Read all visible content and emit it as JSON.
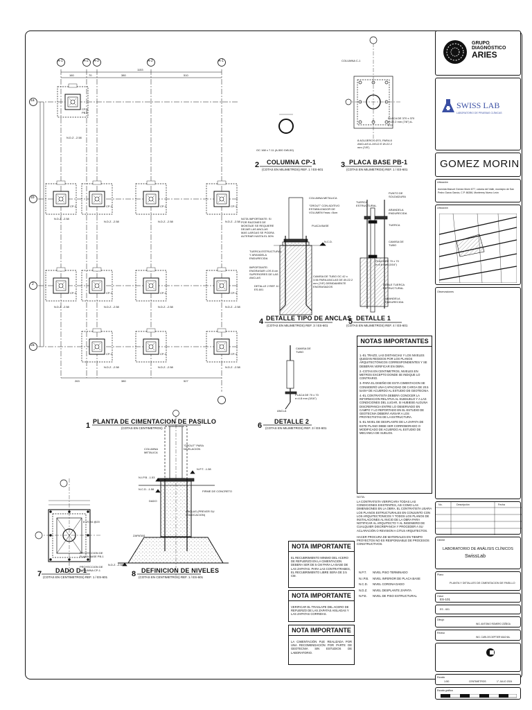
{
  "drawings": {
    "d1": {
      "num": "1",
      "title": "PLANTA DE CIMENTACION DE PASILLO",
      "sub": "(COTAS EN CENTIMETROS)"
    },
    "d2": {
      "num": "2",
      "title": "COLUMNA CP-1",
      "sub": "(COTAS EN MILIMETROS) REF. 1 / ES-601",
      "spec": "OC 168 x 7.11 (A-500 GrB-50)"
    },
    "d3": {
      "num": "3",
      "title": "PLACA BASE PB-1",
      "sub": "(COTAS EN MILIMETROS) REF. 1 / ES-601"
    },
    "d4": {
      "num": "4",
      "title": "DETALLE TIPO DE ANCLAS",
      "sub": "(COTAS EN MILIMETROS) REF. 3 / ES-601"
    },
    "d5": {
      "num": "5",
      "title": "DETALLE 1",
      "sub": "(COTAS EN MILIMETROS) REF. 4 / ES-601"
    },
    "d6": {
      "num": "6",
      "title": "DETALLE 2",
      "sub": "(COTAS EN MILIMETROS) REF. 3 / ES-601"
    },
    "d7": {
      "num": "7",
      "title": "DADO D-1",
      "sub": "(COTAS EN CENTIMETROS) REF. 1 / ES-601"
    },
    "d8": {
      "num": "8",
      "title": "DEFINICION DE NIVELES",
      "sub": "(COTAS EN CENTIMETROS) REF. 1 / ES-601"
    }
  },
  "grid": {
    "cols": [
      "A-1",
      "A-2",
      "A-3",
      "A-2",
      "A-1"
    ],
    "rows": [
      "1a",
      "1b",
      "2",
      "2a"
    ],
    "dims_top": [
      "160",
      "70",
      "380",
      "510"
    ],
    "dim_total": "1153",
    "dims_bottom": [
      "263",
      "380",
      "527"
    ],
    "footing_label": "CP-1",
    "pb_label": "PB-1",
    "level_label": "N.D.Z. -2.58"
  },
  "notes_main": {
    "title": "NOTAS IMPORTANTES",
    "items": [
      "1.-EL TRAZO, LAS DISTANCIAS Y LOS NIVELES QUEDAN REGIDOS POR LOS PLANOS ARQUITECTÓNICOS CORRESPONDIENTES Y SE DEBERÁN VERIFICAR EN OBRA.",
      "2.-COTAS EN CENTIMETROS, NIVELES EN METROS EXCEPTO DONDE SE INDIQUE LO CONTRARIO.",
      "3.-PARA EL DISEÑO DE ESTA CIMENTACION SE CONSIDERÓ UNA CAPACIDAD DE CARGA DE 20.5 ton/m² DE ACUERDO AL ESTUDIO DE GEOTECNIA.",
      "4.-EL CONTRATISTA DEBERÁ CONOCER LA INFORMACION RELATIVA AL SUBSUELO Y A LAS CONDICIONES DEL LUGAR, SI HUBIESE ALGUNA DISCREPANCIA ENTRE LO OBSERVADO EN CAMPO Y LO REPORTADO EN EL ESTUDIO DE GEOTECNIA DEBERÁ AVISAR A LOS PROYECTISTAS DE LA ESTRUCTURA.",
      "5.-EL NIVEL DE DESPLANTE DE LA ZAPATA DE ESTE PLANO DEBE SER CORROBORADO O MODIFICADO DE ACUERDO AL ESTUDIO DE MECANICA DE SUELOS."
    ]
  },
  "nota": {
    "label": "NOTA:",
    "text": "LA CONTRATISTA VERIFICARA TODAS LAS CONDICIONES EXISTENTES, ASI COMO LAS DIMENSIONES EN LA OBRA. EL CONTRATISTA USARA LOS PLANOS ESTRUCTURALES EN CONJUNTO CON LOS ARQUITECTONICOS Y TODOS LOS PLANOS DE INSTALACIONES AL INICIO DE LA OBRA PARA NOTIFICAR AL ARQUITECTO Y AL INGENIERO DE CUALQUIER DISCREPANCIA Y PROCEDER A SU ACLARACIÓN O REVISION A CITUS ARQUITECTOS.",
    "text2": "HACER PROCURA DE MATERIALES EN TIEMPO PROYECTOS NO ES RESPONSABLE DE PROCESOS CONSTRUCTIVOS."
  },
  "legend": [
    {
      "k": "N.P.T.",
      "v": "NIVEL PISO TERMINADO"
    },
    {
      "k": "N.I.P.B.",
      "v": "NIVEL INFERIOR DE PLACA BASE"
    },
    {
      "k": "N.C.D.",
      "v": "NIVEL CORONA DADO"
    },
    {
      "k": "N.D.Z.",
      "v": "NIVEL DESPLANTE ZAPATA"
    },
    {
      "k": "N.P.E.",
      "v": "NIVEL DE PISO ESTRUCTURAL"
    }
  ],
  "nota_importante": [
    {
      "title": "NOTA IMPORTANTE",
      "text": "EL RECUBRIMIENTO MINIMO DEL ACERO DE REFUERZO EN LA CIMENTACION DEBERA SER DE 5 CM PARA LA BASE DE LAS ZAPATAS. PARA LAS CONTRATRABES, EL RECUBRIMIENTO LIBRE SERA DE 3.5 CM."
    },
    {
      "title": "NOTA IMPORTANTE",
      "text": "VERIFICAR EL TRASLAPE DEL ACERO DE REFUERZO DE LAS ZAPATAS AISLADAS Y LAS ZAPATAS CORRIDAS."
    },
    {
      "title": "NOTA IMPORTANTE",
      "text": "LA CIMENTACIÓN FUE REALIZADA POR UNA RECOMENDACIÓN POR PARTE DE GEOTECNIA SIN ESTUDIOS DE LABORATORIO."
    }
  ],
  "labels": {
    "columna_metalica": "COLUMNA METALICA",
    "grout": "\"GROUT\" CON ADITIVO ESTABILIZADOR DE VOLUMEN f'mas =5cm",
    "placa_base": "PLACA BASE",
    "ncd": "N.C.D.",
    "tuerca": "TUERCA ESTRUCTURAL Y ARANDELA ENDURECIDA",
    "importante": "IMPORTANTE: ENGRASAR LOS 8 cm SUPERIORES DE LAS ANCLAS",
    "nota_imp": "NOTA IMPORTANTE: SI POR RAZONES DE MONTAJE SE REQUIERE DEJAR LAS ANCLAS MAS LARGAS SE PODRA ALTERAR HASTA EL 50%",
    "detalle2ref": "DETALLE 2 REF. 6 / ES-601",
    "camisa": "CAMISA DE TUBO OC 42 x 3.56 PARA ANCLAS DE Ø=22.2 mm (7/8\") DEBIDAMENTE ENGRASADOS",
    "camisa2": "CAMISA DE TUBO",
    "ancla": "ANCLA",
    "placa70": "PLACA DE 70 x 70 e=4.8 mm (3/16\")",
    "punto": "PUNTO DE SOLDADURA",
    "arandela": "ARANDELA ENDURECIDA",
    "tuerca2": "TUERCA ESTRUCTURAL",
    "tuerca3": "TUERCA",
    "doble_tuerca": "DOBLE TUERCA ESTRUCTURAL",
    "arandela2": "ARANDELA ENDURECIDA",
    "placa_ref": "PLACA DE 370 x 370 e=22.2 mm (7/8\") A-572",
    "agujeros": "8 AGUJEROS Ø70, PARA 8 ANCLAS A-193-D E Ø=22.2 mm (7/8\")",
    "columna_c1": "COLUMNA C-1",
    "rec_placa": "PROYECCION DE PLACA BASE PB-1",
    "rec_col": "PROYECCION DE COLUMNA CP-1",
    "var": "8 VS #4 @20",
    "npb": "N.I.P.B. -1.53",
    "ncd2": "N.C.D. -1.58",
    "npt": "N.P.T. -1.38",
    "ndz": "N.D.Z. -2.58",
    "firme": "FIRME DE CONCRETO",
    "dado": "DADO",
    "anclas": "ANCLAS (PREVER SU COLOCACION)",
    "zapatas": "ZAPATAS",
    "col_met": "COLUMNA METALICA",
    "grout2": "\"GROUT\" PARA NIVELACION"
  },
  "titleblock": {
    "logo1": [
      "GRUPO",
      "DIAGNÓSTICO",
      "ARIES"
    ],
    "logo2": "SWISS LAB",
    "logo2_sub": "LABORATORIO DE PRUEBAS CLÍNICAS",
    "project": "GOMEZ MORIN",
    "ubic_label": "Ubicación",
    "address": "Avenida Manuel Gómez Morín 877, colonia del Valle, municipio de San Pedro Garza García, C.P. 66266, Monterrey Nuevo León",
    "croquis_label": "Ubicación",
    "obs_label": "Observaciones",
    "rev_headers": [
      "No.",
      "Descripción",
      "Fecha"
    ],
    "client_label": "Cliente",
    "client": "LABORATORIO DE ANÁLISIS CLÍNICOS",
    "client2": "SwissLab",
    "plano_label": "Plano",
    "plano": "PLANTA Y DETALLES DE CIMENTACION DE PASILLO",
    "clave_label": "Clave",
    "clave": "ES-101",
    "rev": "ES - 601",
    "dibujo_label": "Dibujó",
    "dibujo": "ING. ANTONIO ROMERO ZÚÑIGA",
    "reviso_label": "Revisó",
    "reviso": "ING. CARLOS DEPTIER MACHAL",
    "escala_label": "Escala",
    "escala": "1:50",
    "unidad": "CENTIMETROS",
    "fecha": "1° JULIO 2024",
    "grafica_label": "Escala gráfica"
  }
}
